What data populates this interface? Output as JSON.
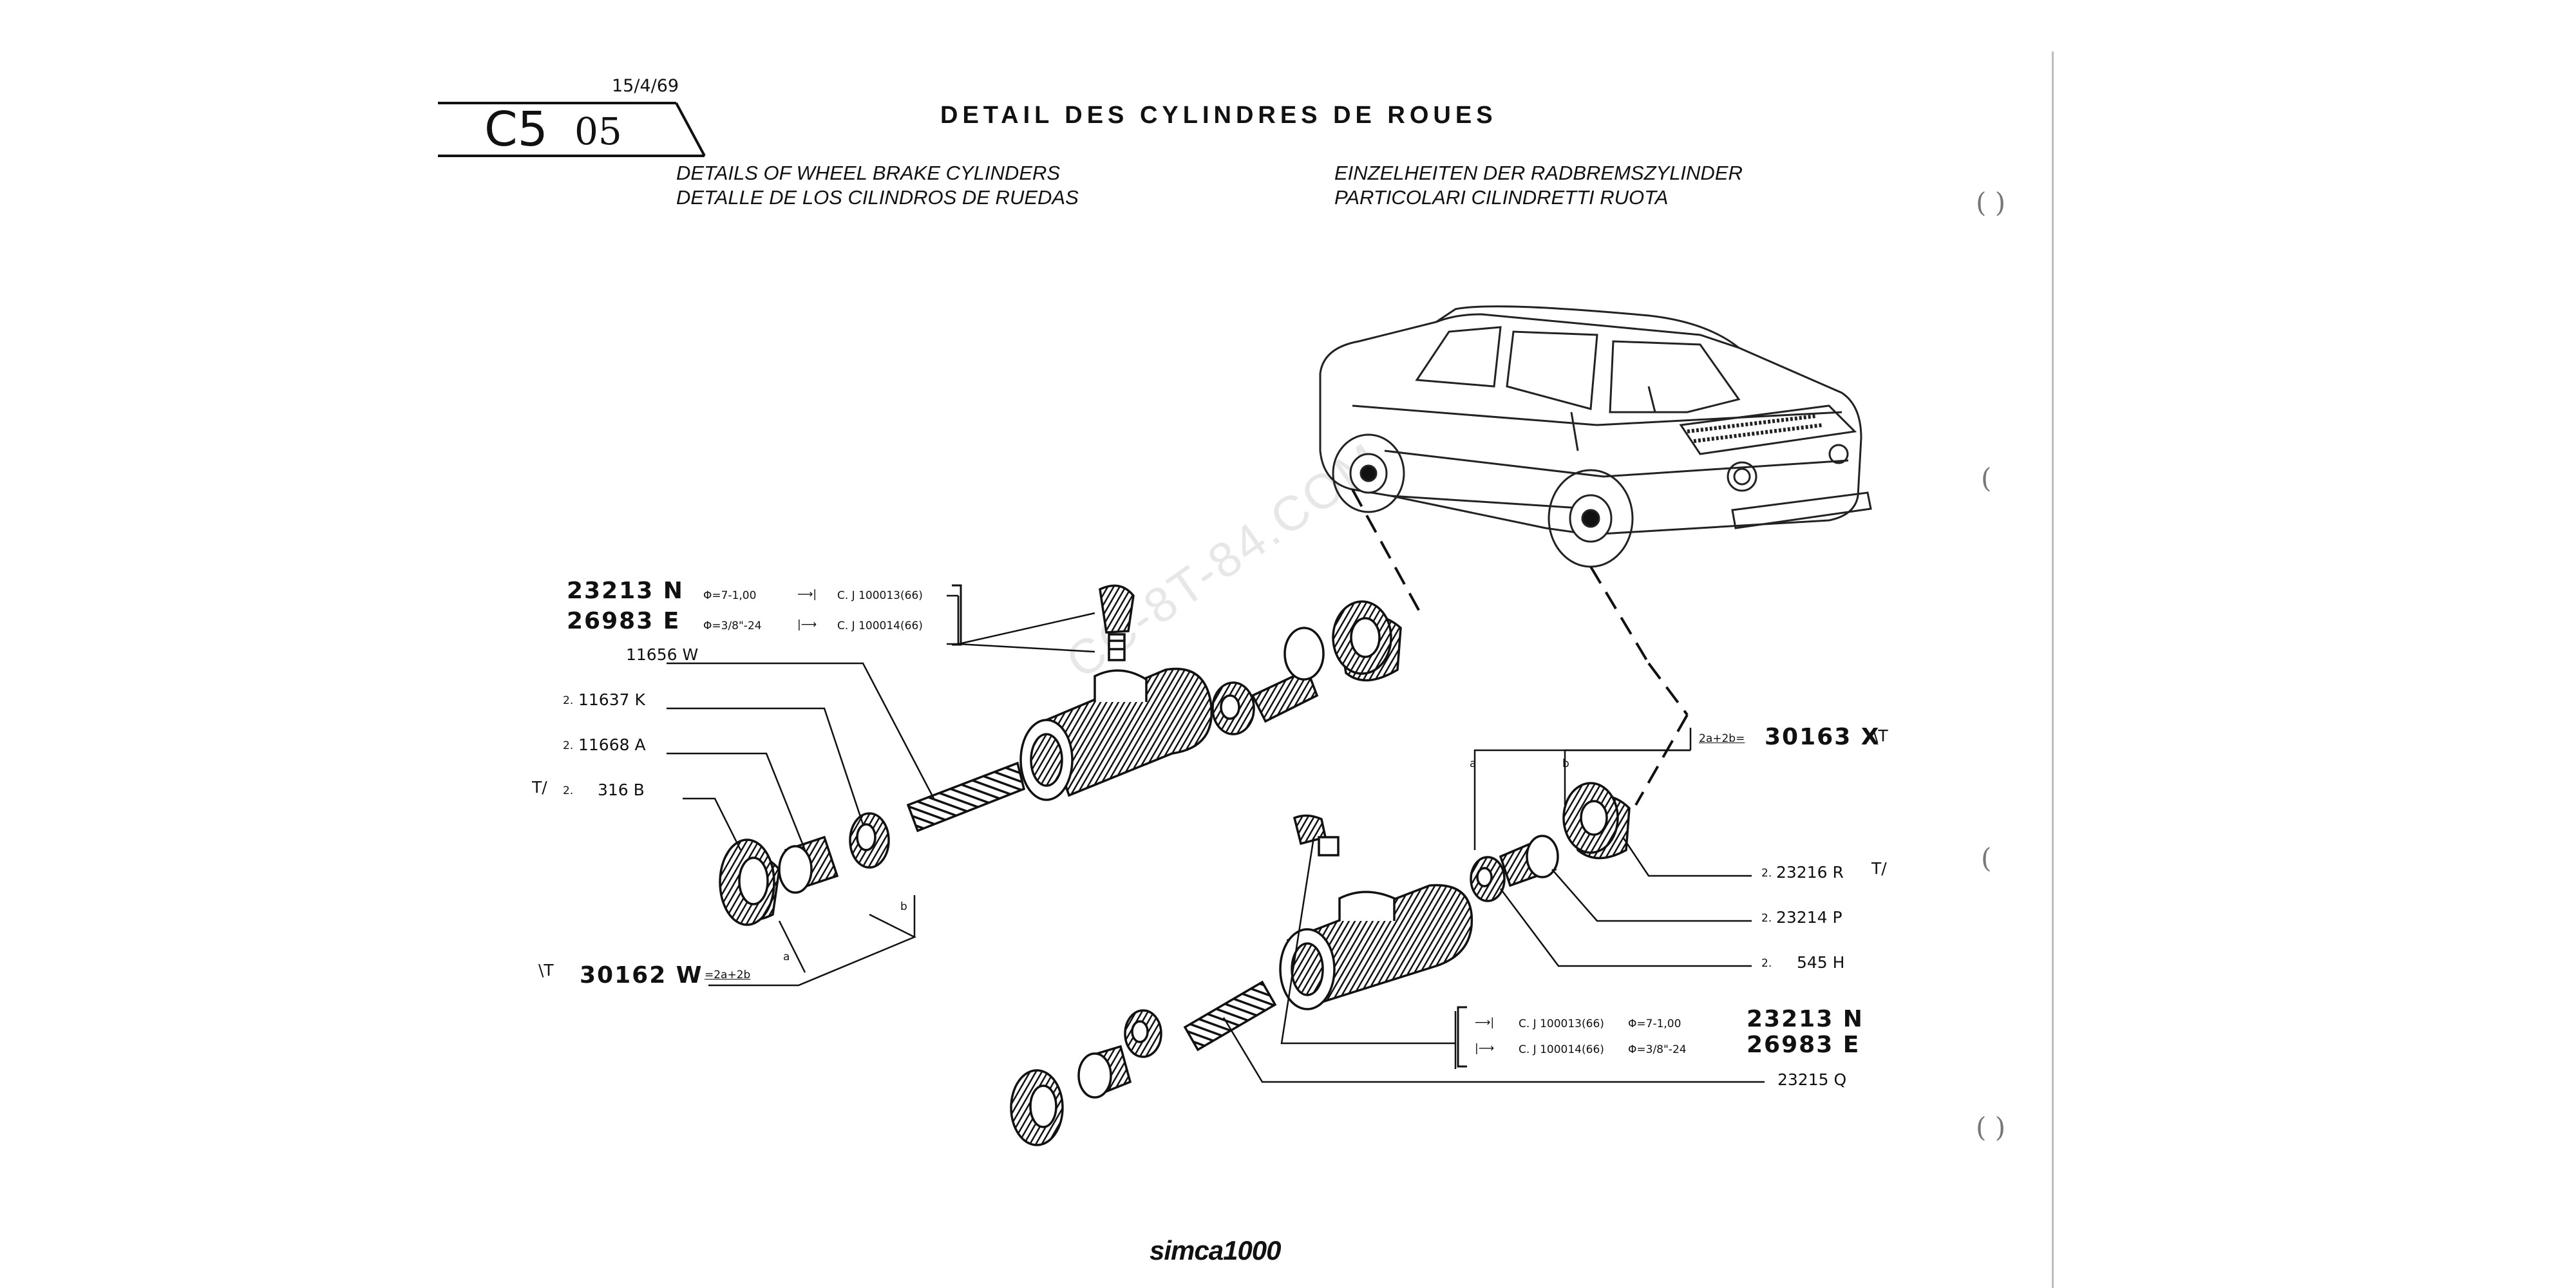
{
  "header": {
    "date": "15/4/69",
    "ref_code": "C5",
    "ref_num": "05",
    "title": "DETAIL DES CYLINDRES DE ROUES",
    "subtitles": {
      "en": "DETAILS OF WHEEL BRAKE CYLINDERS",
      "es": "DETALLE DE LOS CILINDROS DE RUEDAS",
      "de": "EINZELHEITEN DER RADBREMSZYLINDER",
      "it": "PARTICOLARI CILINDRETTI RUOTA"
    }
  },
  "left_assembly": {
    "bleeder_1": {
      "number": "23213 N",
      "spec": "Φ=7-1,00",
      "range": "C. J 100013(66)"
    },
    "bleeder_2": {
      "number": "26983 E",
      "spec": "Φ=3/8\"-24",
      "range": "C. J 100014(66)"
    },
    "parts": [
      {
        "qty": "",
        "number": "11656 W"
      },
      {
        "qty": "2.",
        "number": "11637 K"
      },
      {
        "qty": "2.",
        "number": "11668 A"
      },
      {
        "qty": "2.",
        "number": "316 B",
        "flag": "T/"
      }
    ],
    "assembly": {
      "number": "30162 W",
      "formula": "=2a+2b",
      "flag": "\\T"
    },
    "marks": {
      "a": "a",
      "b": "b"
    }
  },
  "right_assembly": {
    "assembly": {
      "number": "30163 X",
      "formula": "2a+2b=",
      "flag": "\\T"
    },
    "parts": [
      {
        "qty": "2.",
        "number": "23216 R",
        "flag": "T/"
      },
      {
        "qty": "2.",
        "number": "23214 P"
      },
      {
        "qty": "2.",
        "number": "545 H"
      }
    ],
    "bleeder_1": {
      "number": "23213 N",
      "spec": "Φ=7-1,00",
      "range": "C. J 100013(66)"
    },
    "bleeder_2": {
      "number": "26983 E",
      "spec": "Φ=3/8\"-24",
      "range": "C. J 100014(66)"
    },
    "spring": {
      "number": "23215 Q"
    },
    "marks": {
      "a": "a",
      "b": "b"
    }
  },
  "footer": {
    "logo": "simca1000"
  },
  "watermark": "CC-8T-84.COM"
}
